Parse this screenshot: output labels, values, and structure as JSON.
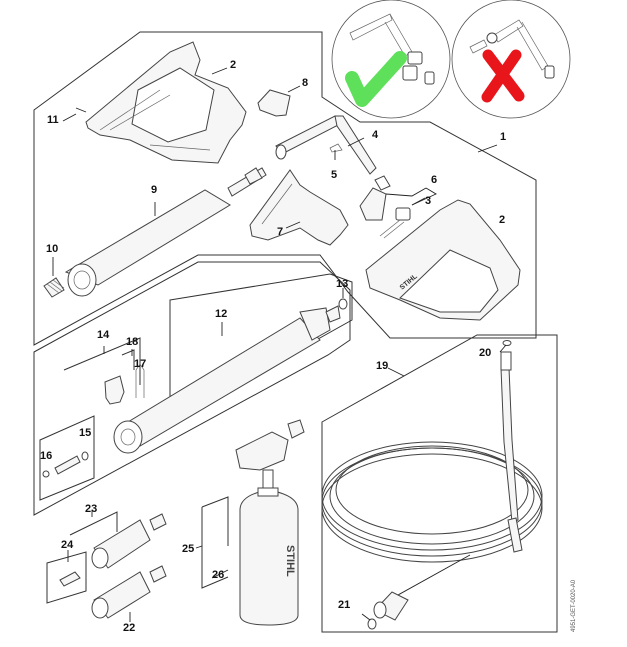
{
  "diagram": {
    "title": "Spray gun, lances, hose and accessories – exploded parts view",
    "document_id": "4951-GET-0020-A0",
    "brand_mark": "STIHL",
    "grip_mark": "STIHL",
    "indicators": {
      "correct": {
        "symbol": "✔",
        "color": "#5ee05a"
      },
      "incorrect": {
        "symbol": "✘",
        "color": "#e8161b"
      }
    },
    "callouts": [
      {
        "id": "c1",
        "label": "1"
      },
      {
        "id": "c2a",
        "label": "2"
      },
      {
        "id": "c2b",
        "label": "2"
      },
      {
        "id": "c3",
        "label": "3"
      },
      {
        "id": "c4",
        "label": "4"
      },
      {
        "id": "c5",
        "label": "5"
      },
      {
        "id": "c6",
        "label": "6"
      },
      {
        "id": "c7",
        "label": "7"
      },
      {
        "id": "c8",
        "label": "8"
      },
      {
        "id": "c9",
        "label": "9"
      },
      {
        "id": "c10",
        "label": "10"
      },
      {
        "id": "c11",
        "label": "11"
      },
      {
        "id": "c12",
        "label": "12"
      },
      {
        "id": "c13",
        "label": "13"
      },
      {
        "id": "c14",
        "label": "14"
      },
      {
        "id": "c15",
        "label": "15"
      },
      {
        "id": "c16",
        "label": "16"
      },
      {
        "id": "c17",
        "label": "17"
      },
      {
        "id": "c18",
        "label": "18"
      },
      {
        "id": "c19",
        "label": "19"
      },
      {
        "id": "c20",
        "label": "20"
      },
      {
        "id": "c21",
        "label": "21"
      },
      {
        "id": "c22",
        "label": "22"
      },
      {
        "id": "c23",
        "label": "23"
      },
      {
        "id": "c24",
        "label": "24"
      },
      {
        "id": "c25",
        "label": "25"
      },
      {
        "id": "c26",
        "label": "26"
      }
    ]
  }
}
